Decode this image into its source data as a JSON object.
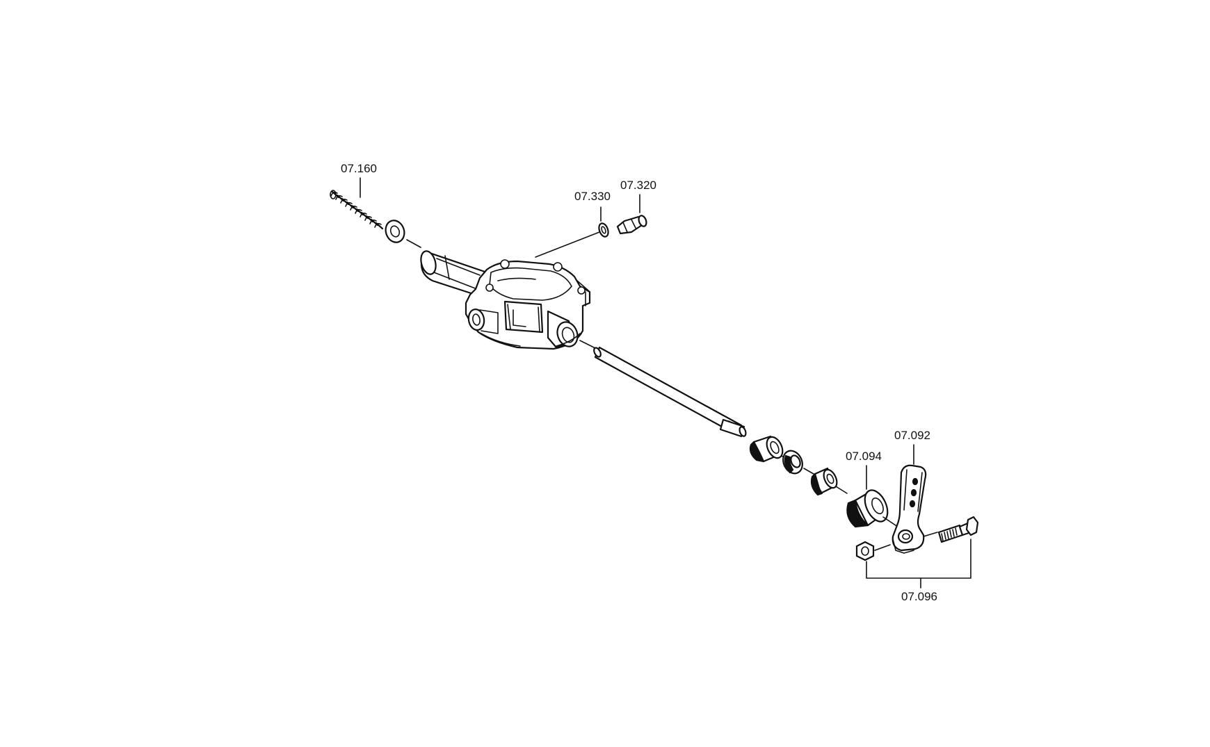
{
  "callouts": {
    "spring": "07.160",
    "o_ring": "07.330",
    "plug": "07.320",
    "lever": "07.092",
    "bushing": "07.094",
    "screw_set": "07.096"
  }
}
